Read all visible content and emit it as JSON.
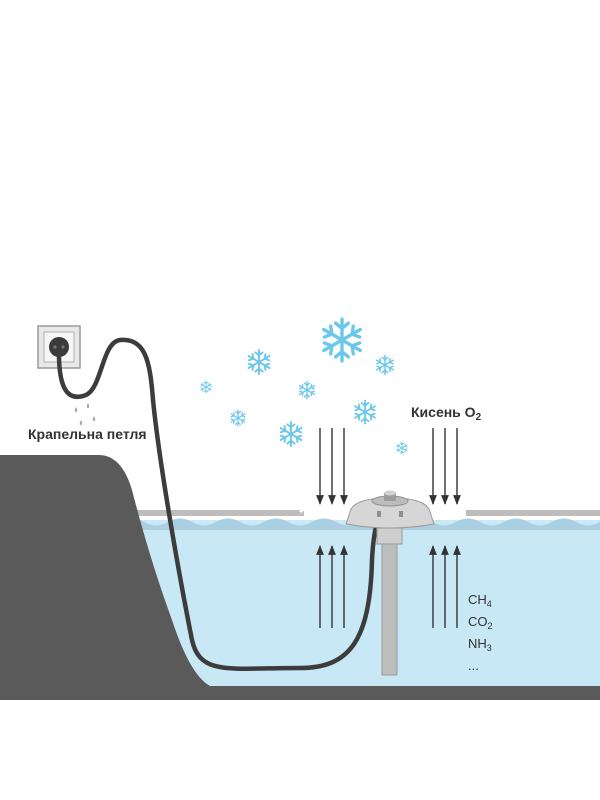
{
  "labels": {
    "drip_loop": "Крапельна петля",
    "oxygen": {
      "word": "Кисень O",
      "subscript": "2"
    },
    "gases": [
      {
        "base": "CH",
        "subscript": "4"
      },
      {
        "base": "CO",
        "subscript": "2"
      },
      {
        "base": "NH",
        "subscript": "3"
      },
      {
        "base": "...",
        "subscript": ""
      }
    ]
  },
  "icons": {
    "outlet": "power-outlet-icon",
    "drops": "water-drop-icon",
    "snow": "snowflake-icon",
    "device": "floating-aerator-device"
  },
  "colors": {
    "ground": "#5a5a5a",
    "water": "#c9e8f5",
    "water_surface": "#a9cfe1",
    "ice": "#bdbdbd",
    "cable": "#3c3c3c",
    "snowflake": "#6cc8ea",
    "arrow": "#333333",
    "text": "#333333"
  }
}
